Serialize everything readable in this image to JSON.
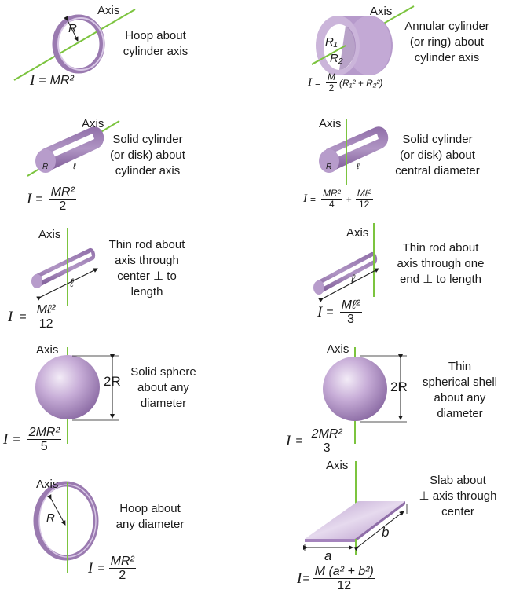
{
  "colors": {
    "axis_line": "#7cc43f",
    "body_purple": "#9a7ab0",
    "body_light": "#d9c8e6",
    "body_dark": "#7d5a96",
    "text": "#1a1a1a"
  },
  "panels": [
    {
      "id": "hoop-cylinder-axis",
      "axis_label": "Axis",
      "description": "Hoop about\ncylinder axis",
      "dimension_labels": [
        "R"
      ],
      "formula": {
        "lhs": "I",
        "rhs": "MR²"
      }
    },
    {
      "id": "annular-cylinder",
      "axis_label": "Axis",
      "description": "Annular cylinder\n(or ring) about\ncylinder axis",
      "dimension_labels": [
        "R₁",
        "R₂"
      ],
      "formula": {
        "lhs": "I",
        "num": "M",
        "den": "2",
        "tail": "(R₁² + R₂²)"
      }
    },
    {
      "id": "solid-cylinder-cylinder-axis",
      "axis_label": "Axis",
      "description": "Solid cylinder\n(or disk) about\ncylinder axis",
      "dimension_labels": [
        "R",
        "ℓ"
      ],
      "formula": {
        "lhs": "I",
        "num": "MR²",
        "den": "2"
      }
    },
    {
      "id": "solid-cylinder-central-diameter",
      "axis_label": "Axis",
      "description": "Solid cylinder\n(or disk) about\ncentral diameter",
      "dimension_labels": [
        "R",
        "ℓ"
      ],
      "formula": {
        "lhs": "I",
        "num1": "MR²",
        "den1": "4",
        "plus": "+",
        "num2": "Mℓ²",
        "den2": "12"
      }
    },
    {
      "id": "thin-rod-center",
      "axis_label": "Axis",
      "description": "Thin rod about\naxis through\ncenter ⊥ to\nlength",
      "dimension_labels": [
        "ℓ"
      ],
      "formula": {
        "lhs": "I",
        "num": "Mℓ²",
        "den": "12"
      }
    },
    {
      "id": "thin-rod-end",
      "axis_label": "Axis",
      "description": "Thin rod about\naxis through one\nend ⊥ to length",
      "dimension_labels": [
        "ℓ"
      ],
      "formula": {
        "lhs": "I",
        "num": "Mℓ²",
        "den": "3"
      }
    },
    {
      "id": "solid-sphere",
      "axis_label": "Axis",
      "description": "Solid sphere\nabout any\ndiameter",
      "dimension_labels": [
        "2R"
      ],
      "formula": {
        "lhs": "I",
        "num": "2MR²",
        "den": "5"
      }
    },
    {
      "id": "thin-spherical-shell",
      "axis_label": "Axis",
      "description": "Thin\nspherical shell\nabout any\ndiameter",
      "dimension_labels": [
        "2R"
      ],
      "formula": {
        "lhs": "I",
        "num": "2MR²",
        "den": "3"
      }
    },
    {
      "id": "hoop-any-diameter",
      "axis_label": "Axis",
      "description": "Hoop about\nany diameter",
      "dimension_labels": [
        "R"
      ],
      "formula": {
        "lhs": "I",
        "num": "MR²",
        "den": "2"
      }
    },
    {
      "id": "slab",
      "axis_label": "Axis",
      "description": "Slab about\n⊥ axis through\ncenter",
      "dimension_labels": [
        "a",
        "b"
      ],
      "formula": {
        "lhs": "I",
        "num": "M (a² + b²)",
        "den": "12"
      }
    }
  ],
  "eq": "="
}
